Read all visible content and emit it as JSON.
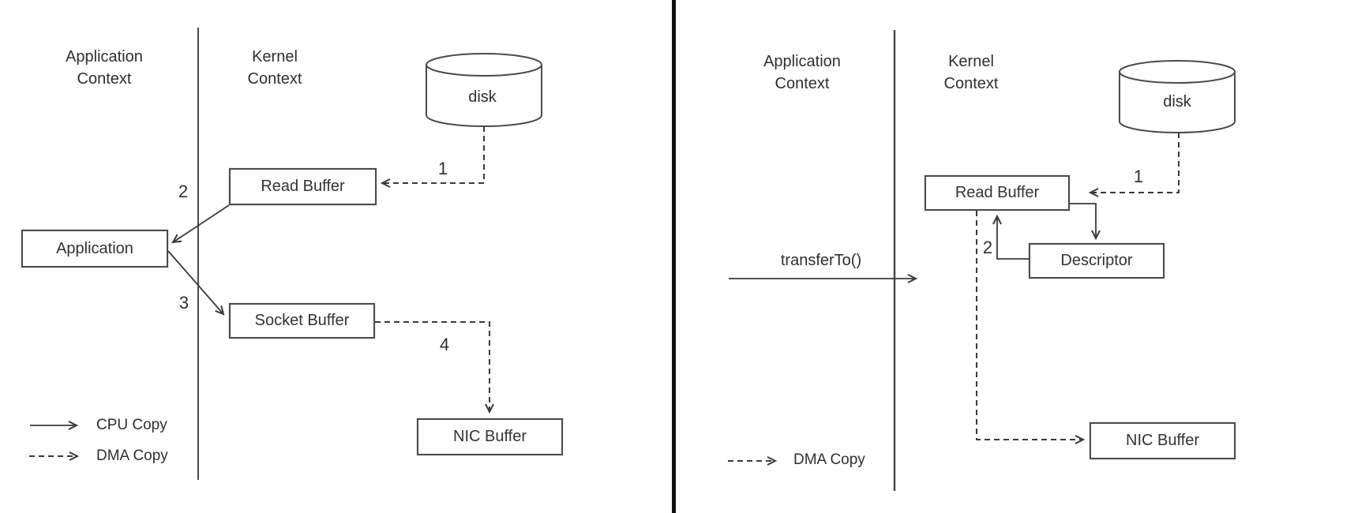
{
  "panels": {
    "left": {
      "app_context_label": "Application\nContext",
      "kernel_context_label": "Kernel\nContext",
      "disk_label": "disk",
      "boxes": {
        "application": "Application",
        "read_buffer": "Read Buffer",
        "socket_buffer": "Socket Buffer",
        "nic_buffer": "NIC Buffer"
      },
      "steps": {
        "s1": "1",
        "s2": "2",
        "s3": "3",
        "s4": "4"
      },
      "legend": {
        "cpu": "CPU Copy",
        "dma": "DMA Copy"
      }
    },
    "right": {
      "app_context_label": "Application\nContext",
      "kernel_context_label": "Kernel\nContext",
      "disk_label": "disk",
      "call_label": "transferTo()",
      "boxes": {
        "read_buffer": "Read Buffer",
        "descriptor": "Descriptor",
        "nic_buffer": "NIC Buffer"
      },
      "steps": {
        "s1": "1",
        "s2": "2"
      },
      "legend": {
        "dma": "DMA Copy"
      }
    }
  },
  "colors": {
    "background": "#ffffff",
    "line_stroke": "#3a3a3a",
    "box_border": "#4b4b4b",
    "text": "#2e2e2e",
    "panel_divider": "#111111"
  }
}
